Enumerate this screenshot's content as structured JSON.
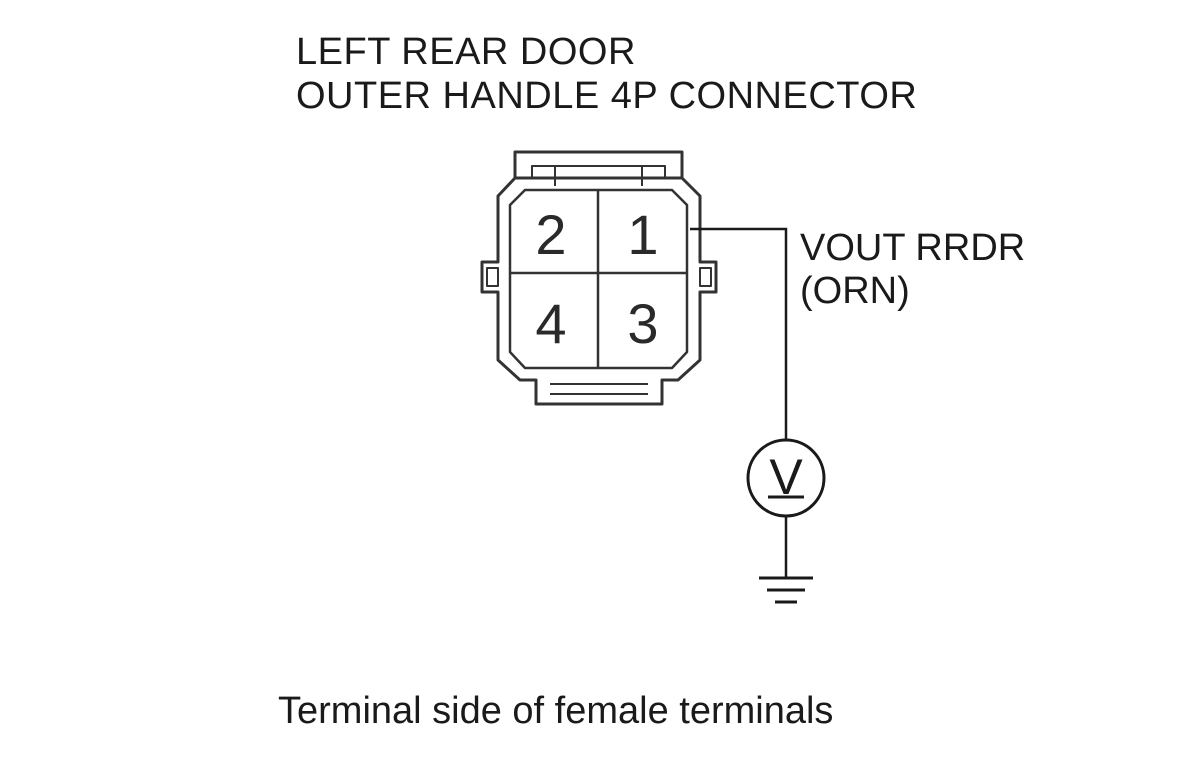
{
  "title": {
    "line1": "LEFT REAR DOOR",
    "line2": "OUTER HANDLE 4P CONNECTOR"
  },
  "connector": {
    "terminals": [
      "1",
      "2",
      "3",
      "4"
    ]
  },
  "wire": {
    "name": "VOUT RRDR",
    "color_code": "(ORN)"
  },
  "meter": {
    "symbol": "V"
  },
  "caption": "Terminal side of female terminals",
  "colors": {
    "line": "#1a1a1a",
    "connector_outline": "#333333",
    "background": "#ffffff"
  }
}
